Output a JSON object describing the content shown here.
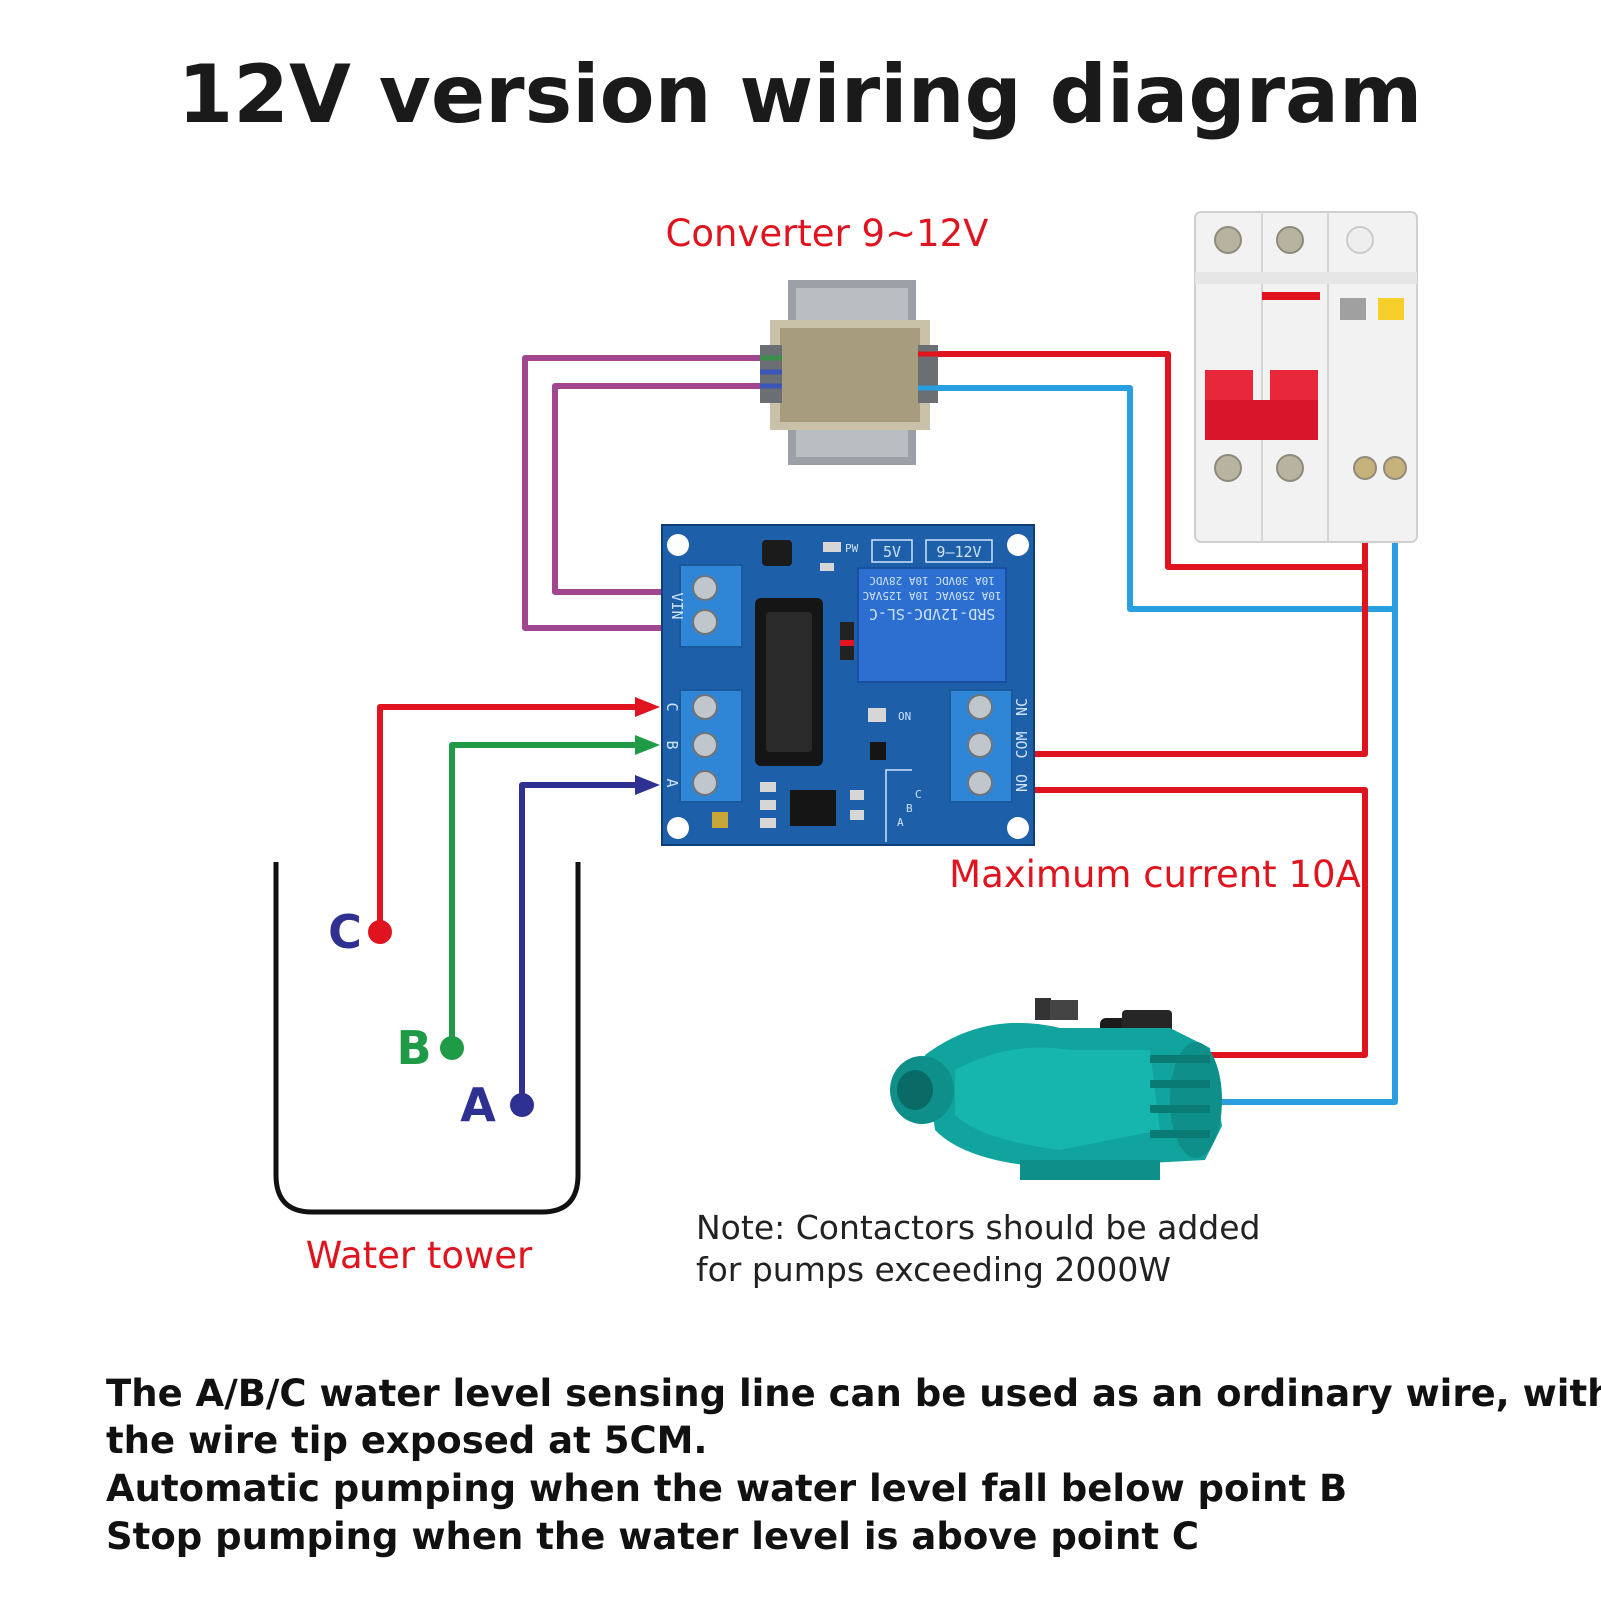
{
  "title": "12V version wiring diagram",
  "labels": {
    "converter": "Converter 9~12V",
    "max_current": "Maximum current 10A",
    "water_tower": "Water tower",
    "note_line1": "Note: Contactors should be added",
    "note_line2": "for pumps exceeding 2000W"
  },
  "probes": [
    {
      "letter": "C",
      "letter_color": "#2e3192",
      "dot_color": "#e0141e"
    },
    {
      "letter": "B",
      "letter_color": "#1f9b48",
      "dot_color": "#1f9b48"
    },
    {
      "letter": "A",
      "letter_color": "#2e3192",
      "dot_color": "#2e3192"
    }
  ],
  "board": {
    "vin": "VIN",
    "pw": "PW",
    "v5": "5V",
    "v912": "9—12V",
    "relay_model": "SRD-12VDC-SL-C",
    "relay_spec1": "10A 250VAC 10A 125VAC",
    "relay_spec2": "10A 30VDC 10A 28VDC",
    "on": "ON",
    "abc_inputs": [
      "C",
      "B",
      "A"
    ],
    "relay_terminals": [
      "NC",
      "COM",
      "NO"
    ],
    "mini_labels": [
      "C",
      "B",
      "A"
    ]
  },
  "footer": [
    "The A/B/C water level sensing line can be used as an ordinary wire, with",
    "the wire tip exposed at 5CM.",
    "Automatic pumping when the water level fall below point B",
    "Stop pumping when the water level is above point C"
  ],
  "colors": {
    "red_wire": "#e0141e",
    "blue_wire": "#2a9fe0",
    "purple_wire": "#a0478f",
    "green_wire": "#1f9b48",
    "navy_wire": "#2e3192",
    "pcb": "#1d5fa8",
    "terminal": "#2f86d6"
  }
}
